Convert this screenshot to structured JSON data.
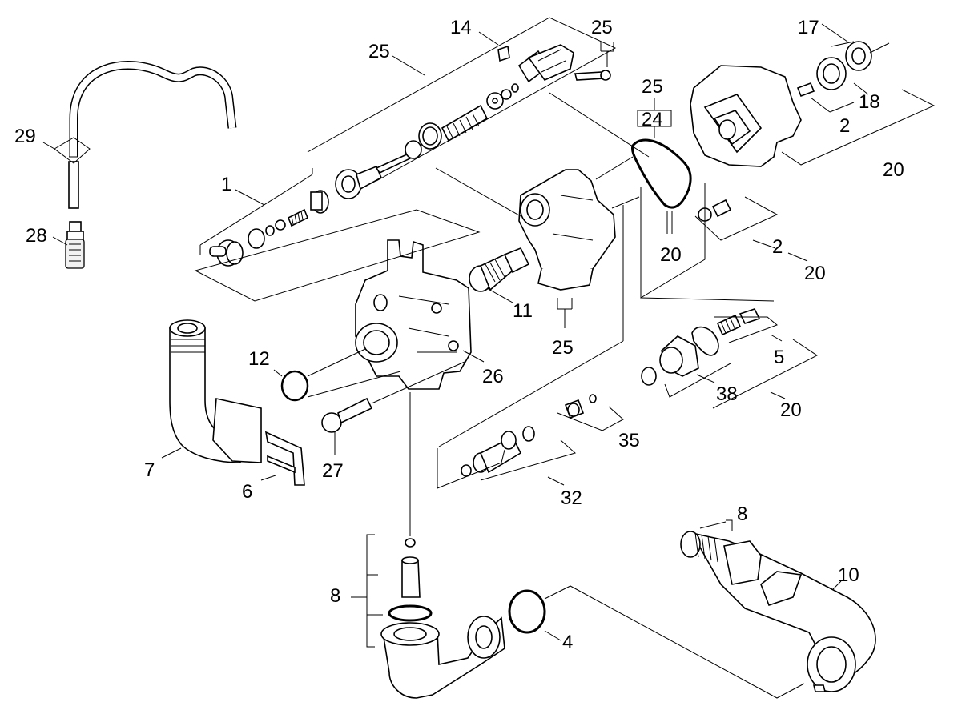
{
  "callouts": {
    "c1": "1",
    "c2a": "2",
    "c2b": "2",
    "c4": "4",
    "c5": "5",
    "c6": "6",
    "c7": "7",
    "c8a": "8",
    "c8b": "8",
    "c10": "10",
    "c11": "11",
    "c12": "12",
    "c14": "14",
    "c17": "17",
    "c18": "18",
    "c20a": "20",
    "c20b": "20",
    "c20c": "20",
    "c20d": "20",
    "c24": "24",
    "c25a": "25",
    "c25b": "25",
    "c25c": "25",
    "c25d": "25",
    "c26": "26",
    "c27": "27",
    "c28": "28",
    "c29": "29",
    "c32": "32",
    "c35": "35",
    "c38": "38"
  }
}
